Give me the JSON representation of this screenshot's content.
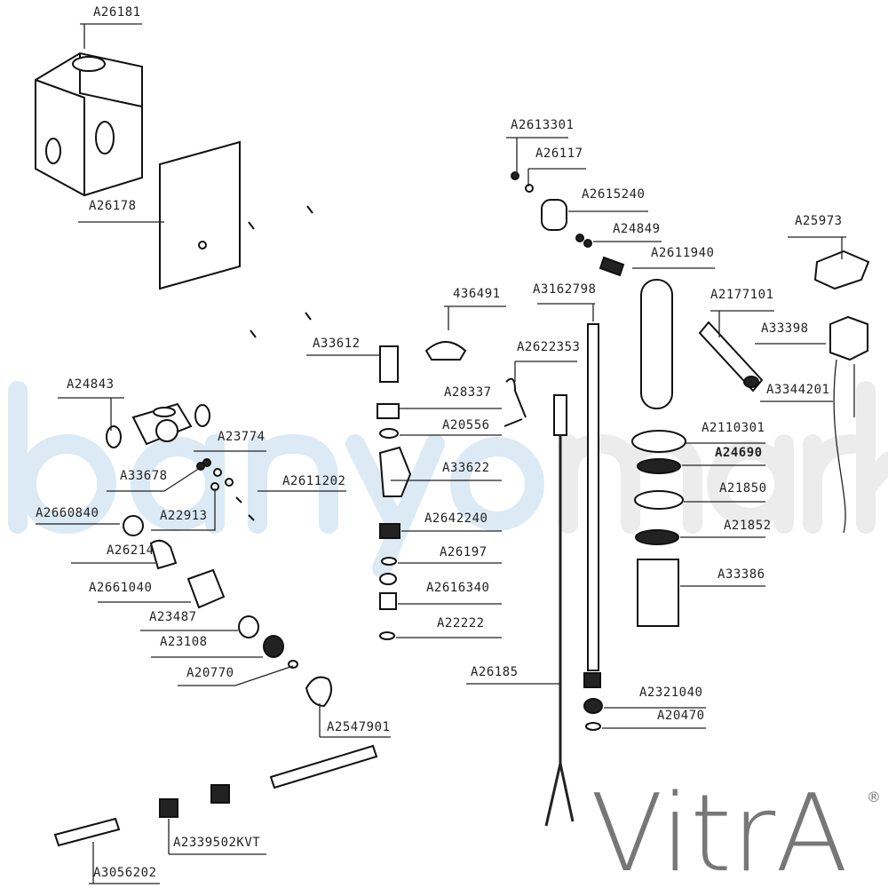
{
  "watermark": "banyomarka",
  "brand_logo": {
    "text": "VitrA",
    "registered": "®"
  },
  "labels": [
    "A26181",
    "A26178",
    "A24843",
    "A23774",
    "A33678",
    "A2611202",
    "A2660840",
    "A22913",
    "A26214",
    "A2661040",
    "A23487",
    "A23108",
    "A20770",
    "A2547901",
    "A2339502KVT",
    "A3056202",
    "A33612",
    "436491",
    "A28337",
    "A20556",
    "A33622",
    "A2642240",
    "A26197",
    "A2616340",
    "A22222",
    "A2613301",
    "A26117",
    "A2615240",
    "A24849",
    "A2611940",
    "A3162798",
    "A2622353",
    "A25973",
    "A2177101",
    "A33398",
    "A3344201",
    "A2110301",
    "A24690",
    "A21850",
    "A21852",
    "A33386",
    "A26185",
    "A2321040",
    "A20470"
  ]
}
